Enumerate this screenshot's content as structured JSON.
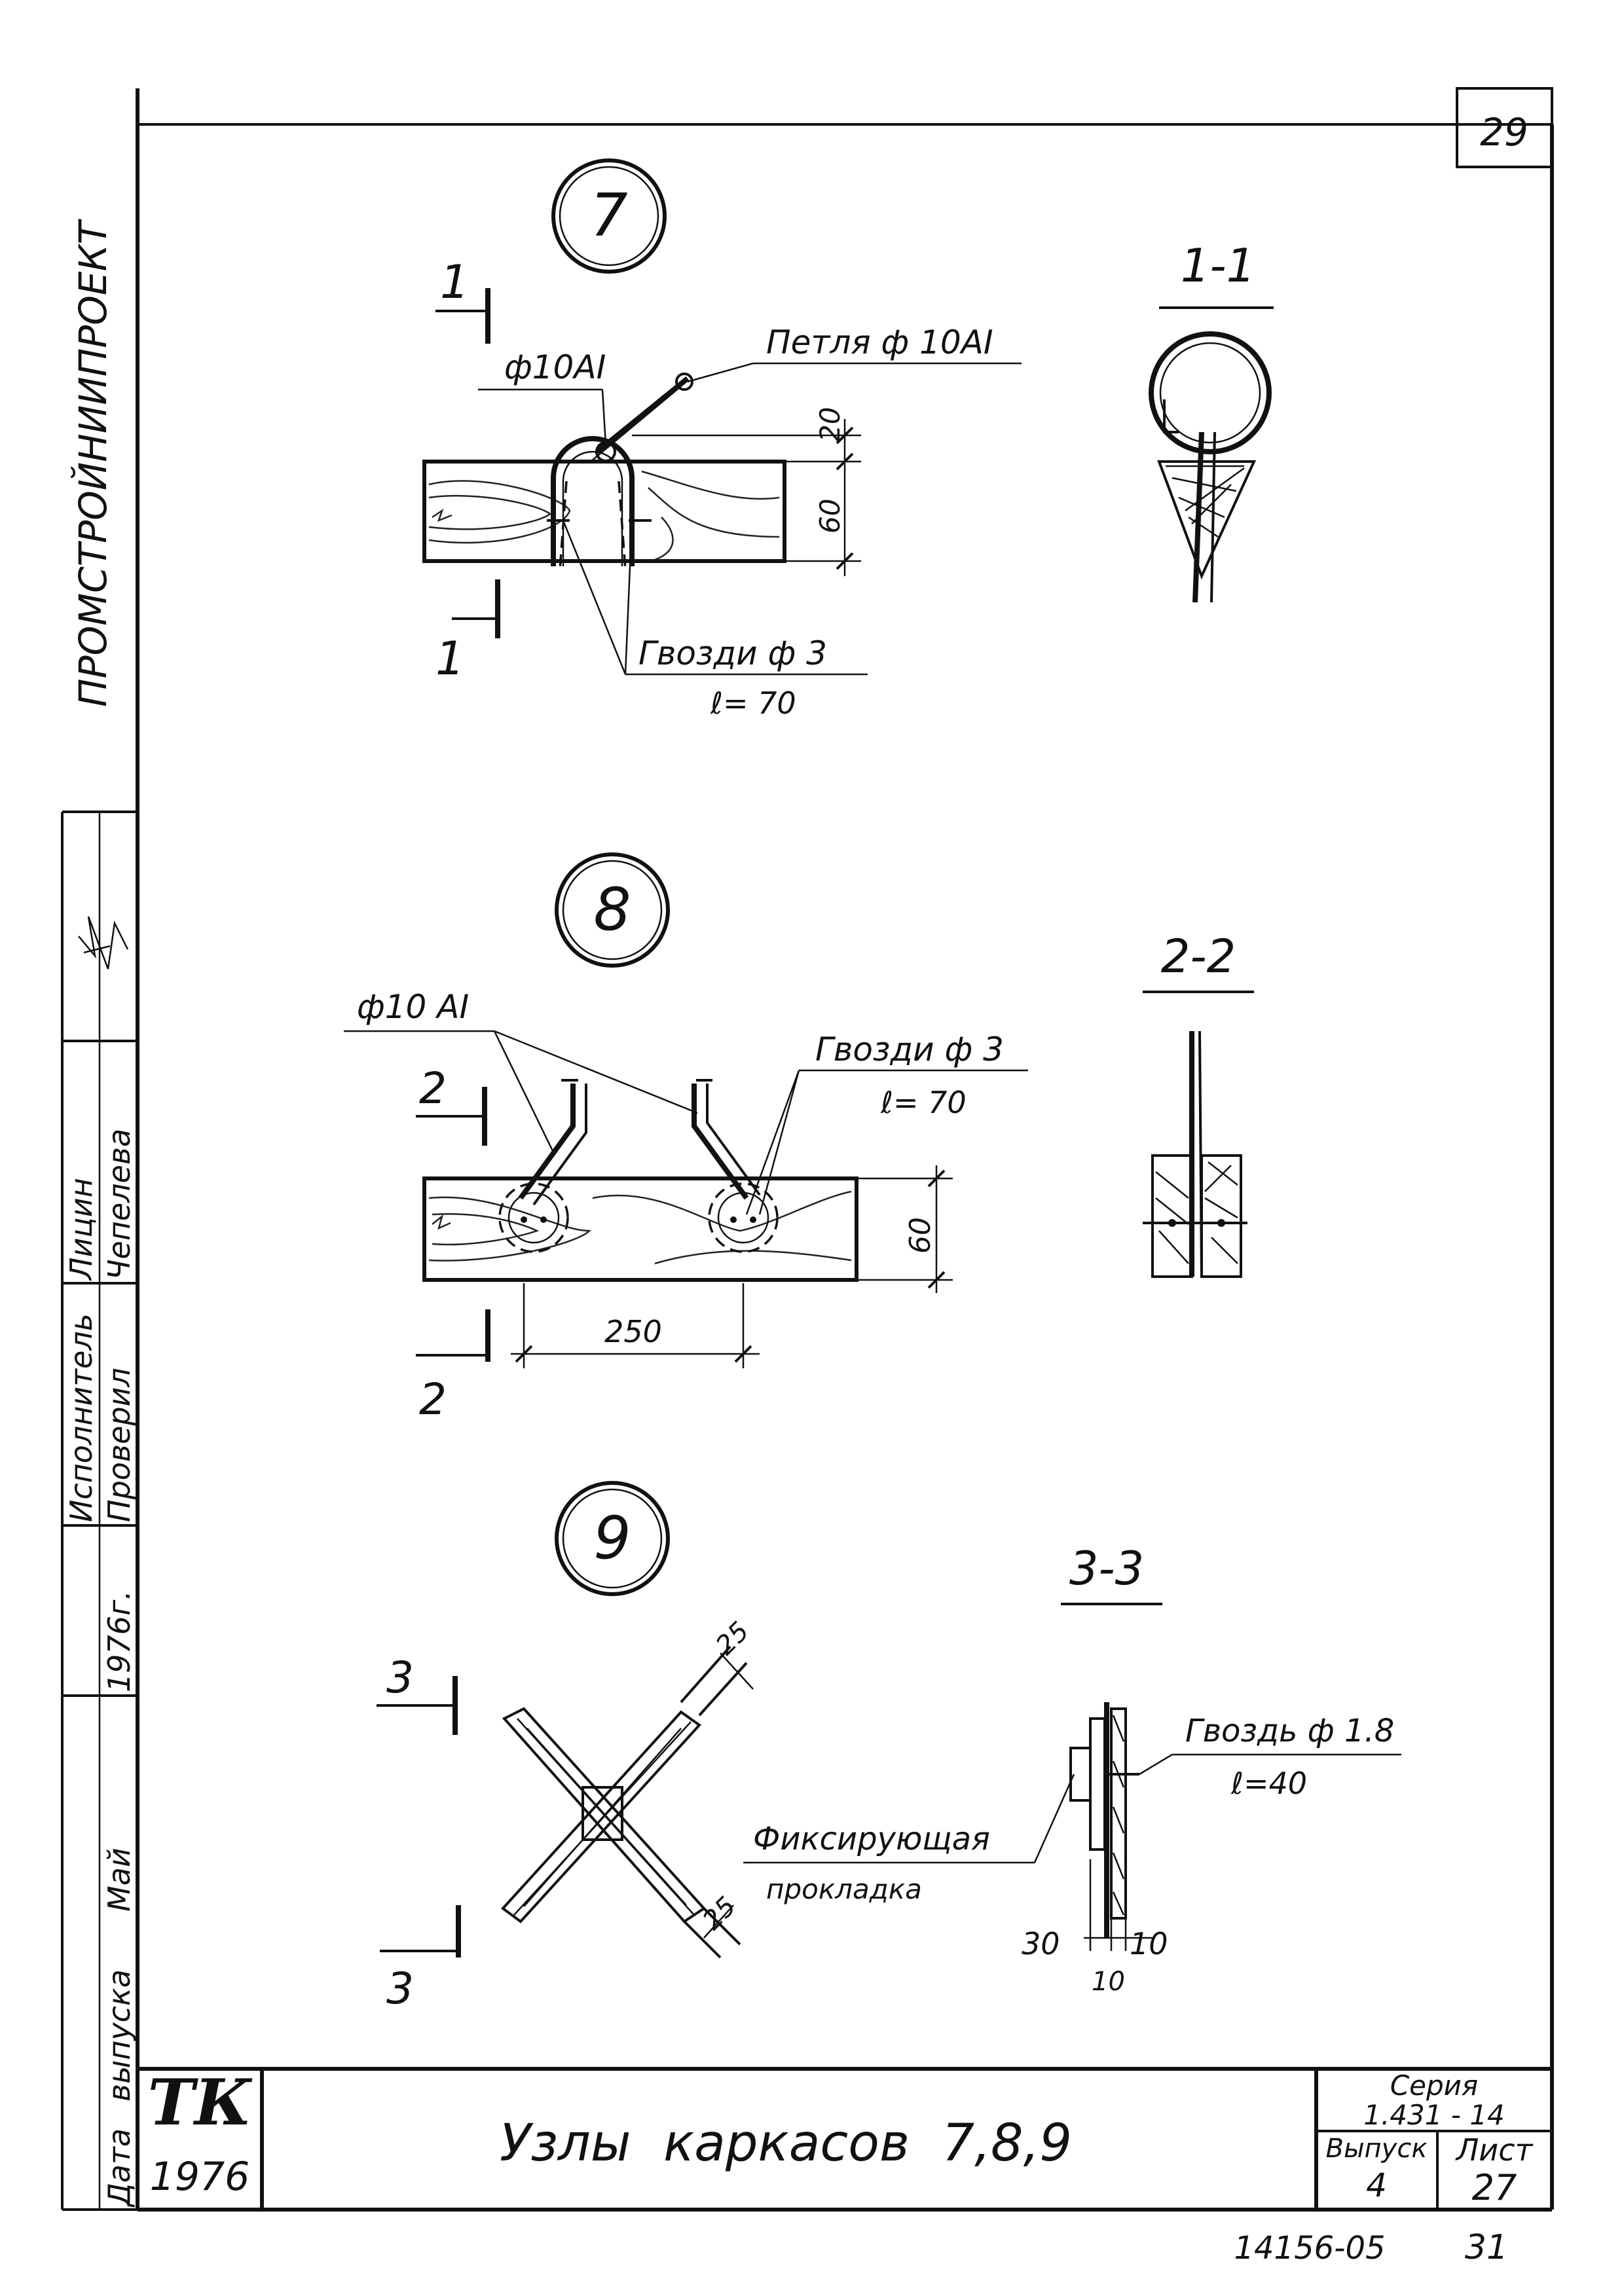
{
  "sheet": {
    "page_number": "29",
    "vertical_org": "ПРОМСТРОЙНИИПРОЕКТ",
    "title": "Узлы  каркасов  7,8,9",
    "logo": "ТК",
    "year": "1976",
    "series_label": "Серия",
    "series_value": "1.431 - 14",
    "issue_label": "Выпуск",
    "issue_value": "4",
    "sheet_label": "Лист",
    "sheet_value": "27",
    "footer_code": "14156-05",
    "footer_page": "31"
  },
  "stamp": {
    "col1_role": "Исполнитель",
    "col1_name": "Лицин",
    "col2_role": "Проверил",
    "col2_name": "Чепелева",
    "date_label": "Дата",
    "date_value": "1976г.",
    "release_label": "выпуска",
    "month": "Май"
  },
  "node7": {
    "number": "7",
    "section_top": "1",
    "section_bottom": "1",
    "rebar_label": "ф10АI",
    "loop_label": "Петля  ф 10АI",
    "nails_label": "Гвозди  ф 3",
    "nails_length": "ℓ= 70",
    "dim_top": "20",
    "dim_height": "60",
    "section_title": "1-1"
  },
  "node8": {
    "number": "8",
    "section_top": "2",
    "section_bottom": "2",
    "rebar_label": "ф10 АI",
    "nails_label": "Гвозди  ф 3",
    "nails_length": "ℓ= 70",
    "dim_height": "60",
    "dim_span": "250",
    "section_title": "2-2"
  },
  "node9": {
    "number": "9",
    "section_top": "3",
    "section_bottom": "3",
    "dim_a": "25",
    "dim_b": "25",
    "section_title": "3-3",
    "nail_label": "Гвоздь  ф 1.8",
    "nail_length": "ℓ=40",
    "pad_label": "Фиксирующая",
    "pad_label2": "прокладка",
    "dim_30": "30",
    "dim_10a": "10",
    "dim_10b": "10"
  }
}
